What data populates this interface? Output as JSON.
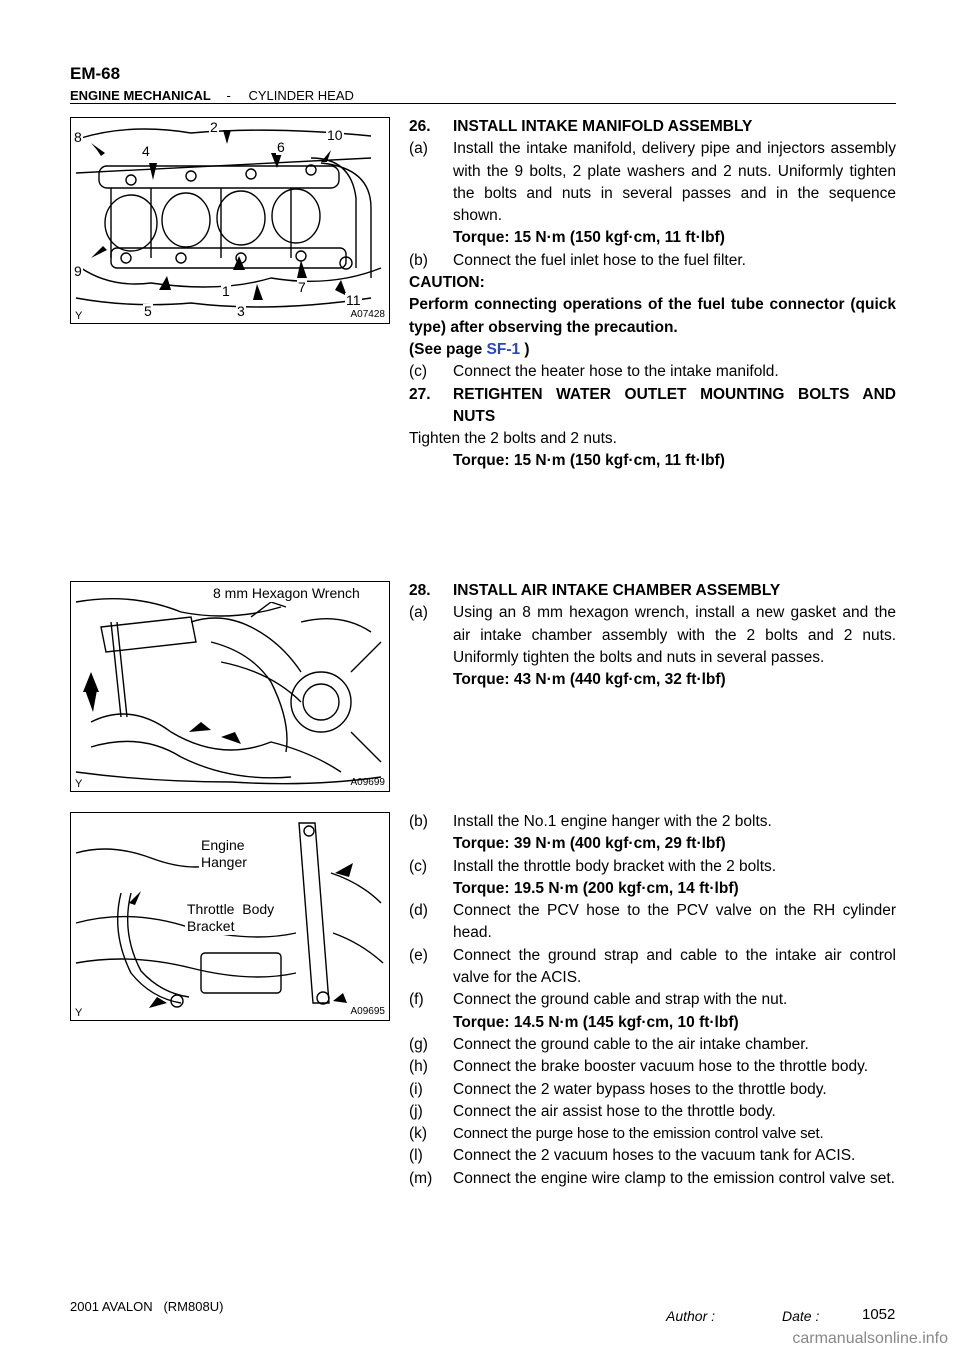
{
  "header": {
    "page_id": "EM-68",
    "section": "ENGINE MECHANICAL",
    "separator": "-",
    "subsection": "CYLINDER HEAD"
  },
  "figures": {
    "fig1": {
      "code": "A07428",
      "y_mark": "Y",
      "numbers": [
        "8",
        "4",
        "2",
        "6",
        "10",
        "9",
        "1",
        "7",
        "11",
        "5",
        "3"
      ]
    },
    "fig2": {
      "code": "A09699",
      "y_mark": "Y",
      "callout": "8 mm Hexagon Wrench"
    },
    "fig3": {
      "code": "A09695",
      "y_mark": "Y",
      "callout1_l1": "Engine",
      "callout1_l2": "Hanger",
      "callout2_l1": "Throttle  Body",
      "callout2_l2": "Bracket"
    }
  },
  "section1": {
    "step26_num": "26.",
    "step26_title": "INSTALL INTAKE MANIFOLD ASSEMBLY",
    "a_label": "(a)",
    "a_text": "Install the intake manifold, delivery pipe and injectors assembly with the 9 bolts, 2 plate washers and 2 nuts. Uniformly tighten the bolts and nuts in several passes and in the sequence shown.",
    "a_torque": "Torque: 15 N·m (150 kgf·cm, 11 ft·lbf)",
    "b_label": "(b)",
    "b_text": "Connect the fuel inlet hose to the fuel filter.",
    "caution_title": "CAUTION:",
    "caution_text": "Perform connecting operations of the fuel tube connector (quick type) after observing the precaution.",
    "see_prefix": "(See page ",
    "see_link": "SF-1",
    "see_suffix": " )",
    "c_label": "(c)",
    "c_text": "Connect the heater hose to the intake manifold.",
    "step27_num": "27.",
    "step27_title": "RETIGHTEN WATER OUTLET MOUNTING BOLTS AND NUTS",
    "step27_text": "Tighten the 2 bolts and 2 nuts.",
    "step27_torque": "Torque: 15 N·m (150 kgf·cm, 11 ft·lbf)"
  },
  "section2": {
    "step28_num": "28.",
    "step28_title": "INSTALL AIR INTAKE CHAMBER ASSEMBLY",
    "a_label": "(a)",
    "a_text": "Using an 8 mm hexagon wrench, install a new gasket and the air intake chamber assembly with the 2 bolts and 2 nuts. Uniformly tighten the bolts and nuts in several passes.",
    "a_torque": "Torque: 43 N·m (440 kgf·cm, 32 ft·lbf)"
  },
  "section3": {
    "b_label": "(b)",
    "b_text": "Install the No.1 engine hanger with the 2 bolts.",
    "b_torque": "Torque: 39 N·m (400 kgf·cm, 29 ft·lbf)",
    "c_label": "(c)",
    "c_text": "Install the throttle body bracket with the 2 bolts.",
    "c_torque": "Torque: 19.5 N·m (200 kgf·cm, 14 ft·lbf)",
    "d_label": "(d)",
    "d_text": "Connect the PCV hose to the PCV valve on the RH cylinder head.",
    "e_label": "(e)",
    "e_text": "Connect the ground strap and cable to the intake air control valve for the ACIS.",
    "f_label": "(f)",
    "f_text": "Connect the ground cable and strap with the nut.",
    "f_torque": "Torque: 14.5 N·m (145 kgf·cm, 10 ft·lbf)",
    "g_label": "(g)",
    "g_text": "Connect the ground cable to the air intake chamber.",
    "h_label": "(h)",
    "h_text": "Connect the brake booster vacuum hose to the throttle body.",
    "i_label": "(i)",
    "i_text": "Connect the 2 water bypass hoses to the throttle body.",
    "j_label": "(j)",
    "j_text": "Connect the air assist hose to the throttle body.",
    "k_label": "(k)",
    "k_text": "Connect the purge hose to the emission control valve set.",
    "l_label": "(l)",
    "l_text": "Connect the 2 vacuum hoses to the vacuum tank for ACIS.",
    "m_label": "(m)",
    "m_text": "Connect the engine wire clamp to the emission control valve set."
  },
  "footer": {
    "model": "2001 AVALON   (RM808U)",
    "author_label": "Author :",
    "date_label": "Date :",
    "page_number": "1052",
    "watermark": "carmanualsonline.info"
  }
}
